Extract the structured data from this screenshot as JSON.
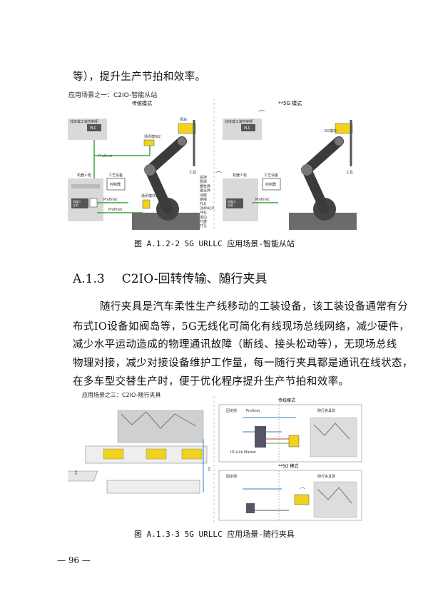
{
  "top_text": "等），提升生产节拍和效率。",
  "figure1": {
    "scene_label": "应用场景之一：C2IO-智能从站",
    "left_title": "传统模式",
    "right_title": "**5G 模式",
    "plc_box_title": "线体或工装控制柜",
    "plc": "PLC",
    "profinet": "Profinet",
    "robot_cabinet": "机器人柜",
    "robot_host": "机器人\n主机",
    "tool_device": "工艺设备",
    "controller": "控制器",
    "comm_module_2": "通讯模块2",
    "comm_module_1": "通讯模块1",
    "valve_island": "阀岛",
    "tool": "工具",
    "fiveg_module": "5G模块",
    "io_list": [
      "夹持",
      "阻焊",
      "螺柱焊",
      "激光焊",
      "涂胶",
      "铆接",
      "FLS",
      "3MPACK",
      "冲孔",
      "滚边",
      "打磨",
      "打孔"
    ],
    "caption": "图 A.1.2-2  5G URLLC 应用场景-智能从站"
  },
  "section": {
    "number": "A.1.3",
    "title": "C2IO-回转传输、随行夹具",
    "paragraph_lines": [
      "随行夹具是汽车柔性生产线移动的工装设备，该工装设备通常有分",
      "布式IO设备如阀岛等，5G无线化可简化有线现场总线网络，减少硬件，",
      "减少水平运动造成的物理通讯故障（断线、接头松动等），无现场总线",
      "物理对接，减少对接设备维护工作量，每一随行夹具都是通讯在线状态，",
      "在多车型交替生产时，便于优化程序提升生产节拍和效率。"
    ]
  },
  "figure2": {
    "scene_label": "应用场景之三：C2IO-随行夹具",
    "top_title": "传统模式",
    "bottom_title": "**5G 模式",
    "fixed_side": "固定侧",
    "moving_side": "随行夹具侧",
    "profinet": "Profinet",
    "io_link_master": "IO-Link Master",
    "caption": "图 A.1.3-3  5G URLLC 应用场景-随行夹具"
  },
  "page_number": "— 96 —",
  "colors": {
    "green": "#3aa43a",
    "yellow": "#f2d21b",
    "gray_box": "#d9d9d9",
    "dark_gray": "#555555",
    "blue_line": "#2a7fc8",
    "red_line": "#d23a3a"
  }
}
